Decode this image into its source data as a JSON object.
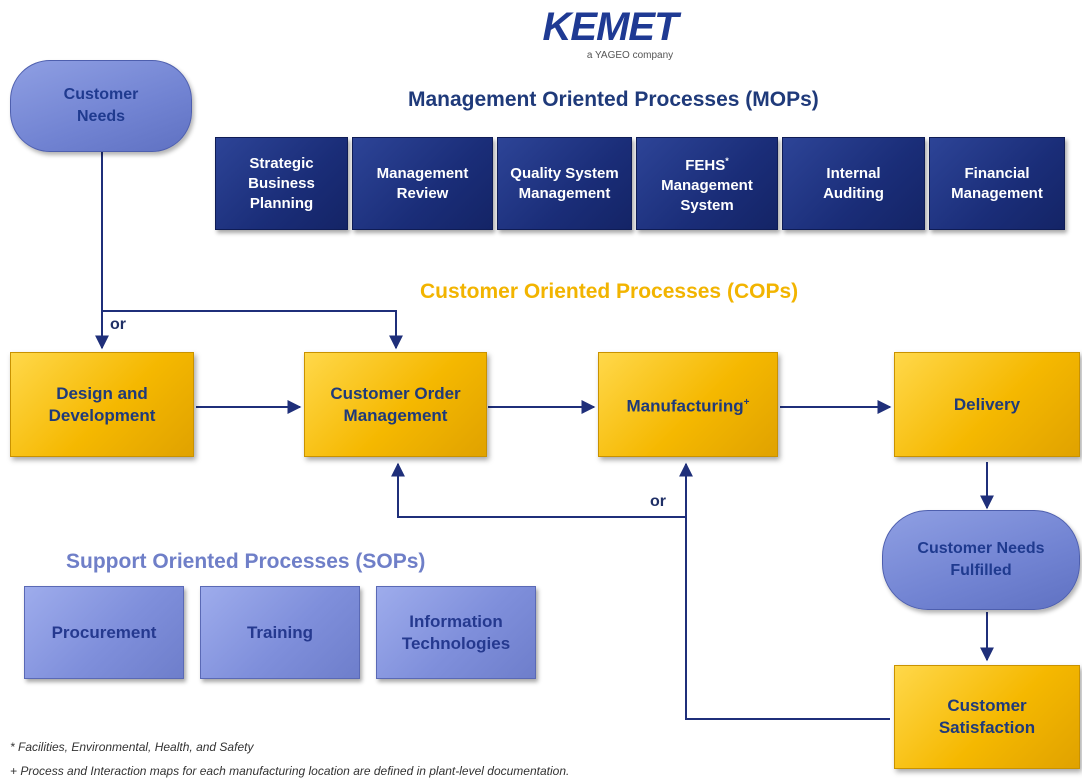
{
  "logo": {
    "brand": "KEMET",
    "tagline": "a YAGEO company"
  },
  "mop": {
    "title": "Management Oriented Processes (MOPs)",
    "items": [
      {
        "label": "Strategic Business Planning"
      },
      {
        "label": "Management Review"
      },
      {
        "label": "Quality System Management"
      },
      {
        "label_line1": "FEHS",
        "sup": "*",
        "label_line2": "Management System"
      },
      {
        "label": "Internal Auditing"
      },
      {
        "label": "Financial Management"
      }
    ]
  },
  "cop": {
    "title": "Customer Oriented Processes (COPs)",
    "items": [
      {
        "label": "Design and Development"
      },
      {
        "label": "Customer Order Management"
      },
      {
        "label": "Manufacturing",
        "sup": "+"
      },
      {
        "label": "Delivery"
      },
      {
        "label": "Customer Satisfaction"
      }
    ]
  },
  "sop": {
    "title": "Support Oriented Processes (SOPs)",
    "items": [
      {
        "label": "Procurement"
      },
      {
        "label": "Training"
      },
      {
        "label": "Information Technologies"
      }
    ]
  },
  "terminators": {
    "start": "Customer Needs",
    "end": "Customer Needs Fulfilled"
  },
  "connector_labels": {
    "or_top": "or",
    "or_bottom": "or"
  },
  "footnotes": [
    "* Facilities, Environmental, Health, and Safety",
    "+ Process and Interaction maps for each manufacturing location are defined in plant-level documentation."
  ],
  "colors": {
    "mop_fill": "#1f3388",
    "cop_fill": "#f5b800",
    "sop_fill": "#8191dc",
    "connector": "#1f2f7a",
    "cop_title": "#f2b400"
  }
}
